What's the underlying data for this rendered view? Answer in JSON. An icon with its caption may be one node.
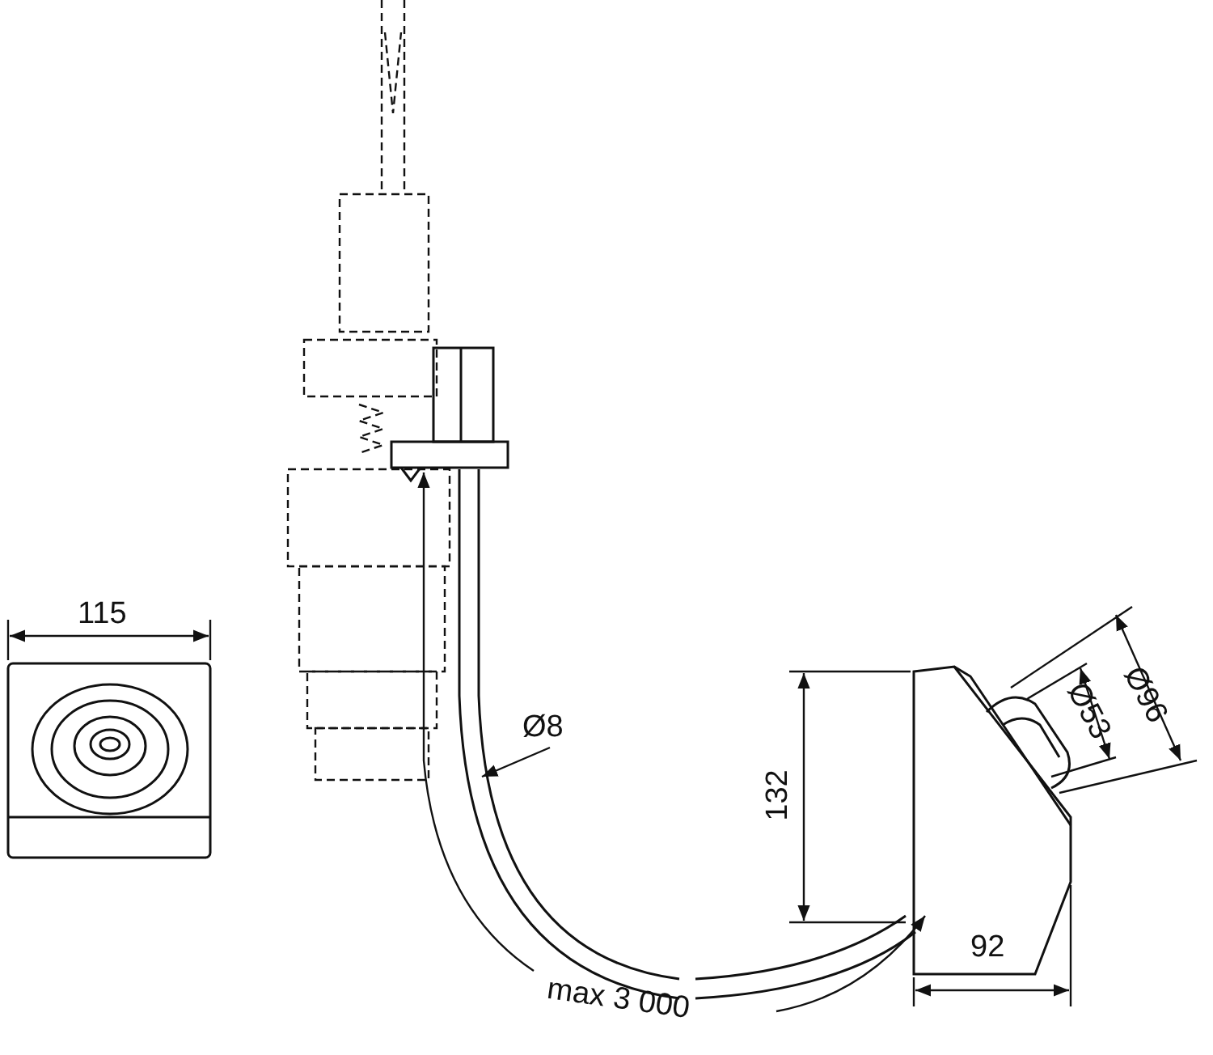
{
  "diagram": {
    "labels": [
      "115",
      "Ø96",
      "Ø53",
      "Ø8",
      "132",
      "92",
      "max 3 000"
    ]
  }
}
